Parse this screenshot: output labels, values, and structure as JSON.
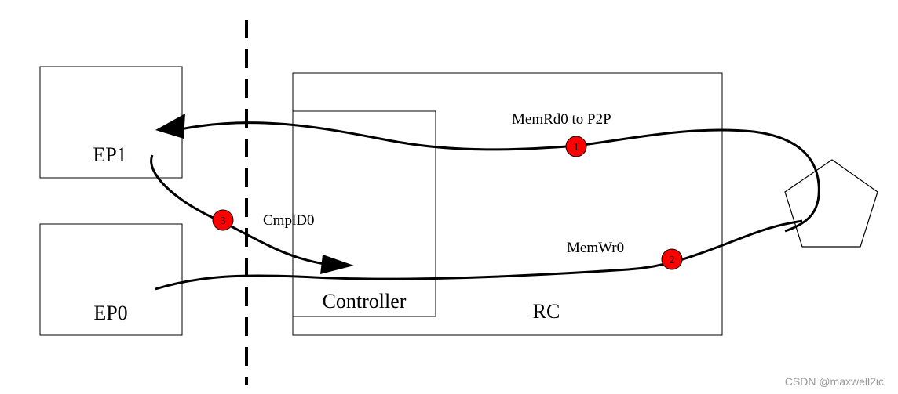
{
  "nodes": {
    "ep1": "EP1",
    "ep0": "EP0",
    "rc": "RC",
    "controller": "Controller"
  },
  "flows": [
    {
      "label": "MemRd0 to P2P",
      "step": "1"
    },
    {
      "label": "MemWr0",
      "step": "2"
    },
    {
      "label": "CmplD0",
      "step": "3"
    }
  ],
  "watermark": "CSDN @maxwell2ic",
  "colors": {
    "step_marker": "#ff0000",
    "line": "#000000"
  }
}
